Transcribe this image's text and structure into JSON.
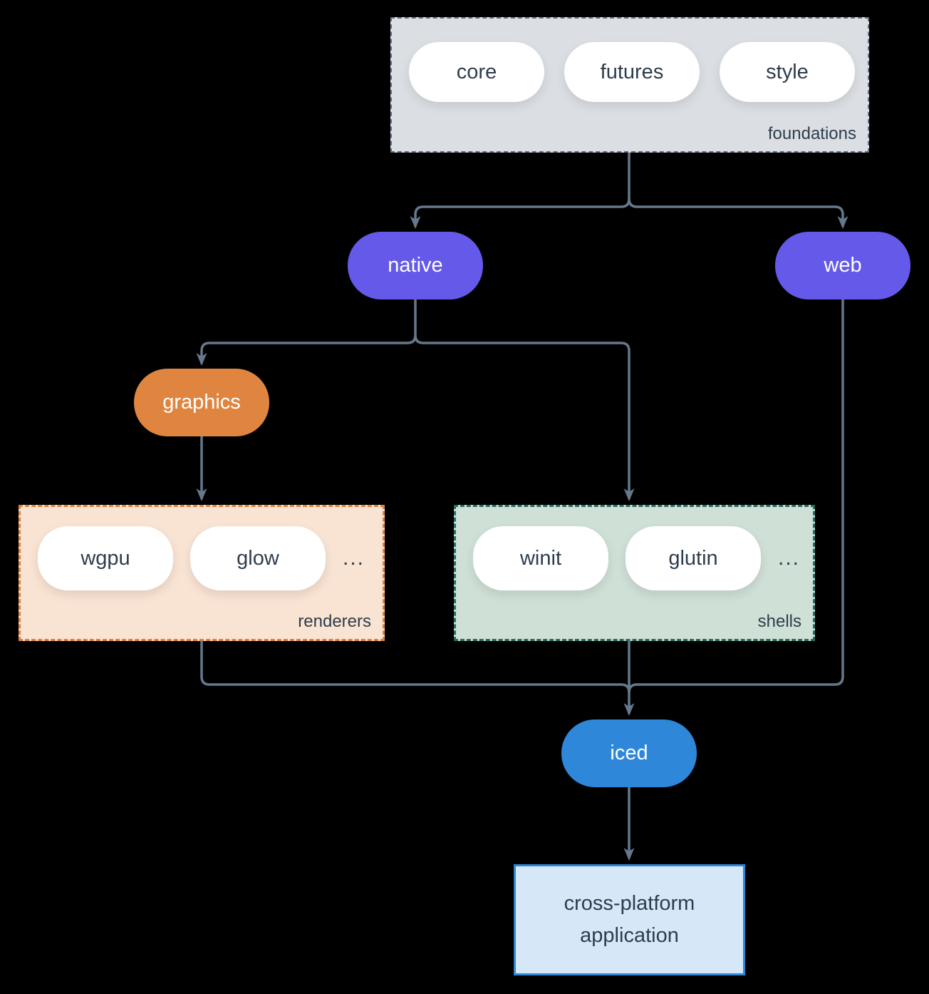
{
  "diagram": {
    "background_color": "#000000",
    "edge_color": "#66788c",
    "groups": {
      "foundations": {
        "label": "foundations",
        "fill": "#dbdfe3",
        "border_color": "#5f7082",
        "items": [
          "core",
          "futures",
          "style"
        ]
      },
      "renderers": {
        "label": "renderers",
        "fill": "#f9e3d3",
        "border_color": "#e0813d",
        "items": [
          "wgpu",
          "glow"
        ],
        "more": "..."
      },
      "shells": {
        "label": "shells",
        "fill": "#cfe0d7",
        "border_color": "#256d60",
        "items": [
          "winit",
          "glutin"
        ],
        "more": "..."
      }
    },
    "nodes": {
      "native": {
        "label": "native",
        "fill": "#6559e9",
        "text_color": "#ffffff"
      },
      "web": {
        "label": "web",
        "fill": "#6559e9",
        "text_color": "#ffffff"
      },
      "graphics": {
        "label": "graphics",
        "fill": "#e08540",
        "text_color": "#ffffff"
      },
      "iced": {
        "label": "iced",
        "fill": "#2e87d9",
        "text_color": "#ffffff"
      },
      "application": {
        "lines": [
          "cross-platform",
          "application"
        ],
        "fill": "#d6e8f8",
        "border_color": "#2e86d8"
      }
    },
    "edges": [
      {
        "from": "foundations",
        "to": "native"
      },
      {
        "from": "foundations",
        "to": "web"
      },
      {
        "from": "native",
        "to": "graphics"
      },
      {
        "from": "native",
        "to": "shells"
      },
      {
        "from": "graphics",
        "to": "renderers"
      },
      {
        "from": "renderers",
        "to": "iced"
      },
      {
        "from": "shells",
        "to": "iced"
      },
      {
        "from": "web",
        "to": "iced"
      },
      {
        "from": "iced",
        "to": "application"
      }
    ]
  }
}
